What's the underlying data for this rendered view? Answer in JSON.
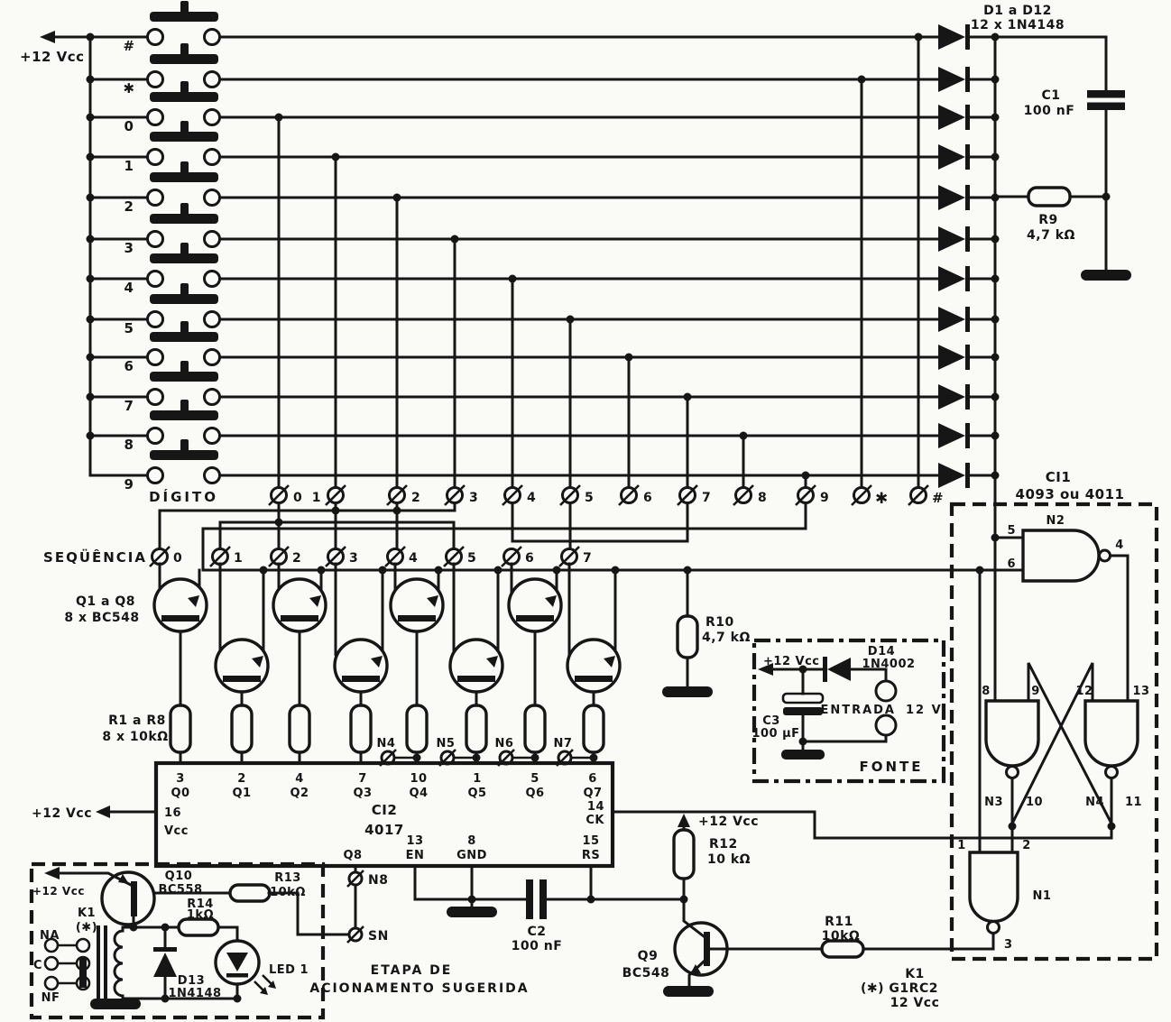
{
  "power": {
    "vcc": "+12 Vcc"
  },
  "keypad": {
    "keys": [
      "#",
      "✱",
      "0",
      "1",
      "2",
      "3",
      "4",
      "5",
      "6",
      "7",
      "8",
      "9"
    ]
  },
  "digito": {
    "label": "DÍGITO",
    "terminals": [
      "0",
      "1",
      "2",
      "3",
      "4",
      "5",
      "6",
      "7",
      "8",
      "9",
      "✱",
      "#"
    ]
  },
  "sequencia": {
    "label": "SEQÜÊNCIA",
    "terminals": [
      "0",
      "1",
      "2",
      "3",
      "4",
      "5",
      "6",
      "7"
    ]
  },
  "transistors": {
    "group1": "Q1 a Q8",
    "group2": "8 x BC548"
  },
  "resistors": {
    "r1r8_1": "R1 a R8",
    "r1r8_2": "8 x 10kΩ",
    "r9": "R9",
    "r9_v": "4,7 kΩ",
    "r10": "R10",
    "r10_v": "4,7 kΩ",
    "r11": "R11",
    "r11_v": "10kΩ",
    "r12": "R12",
    "r12_v": "10 kΩ",
    "r13": "R13",
    "r13_v": "10kΩ",
    "r14": "R14",
    "r14_v": "1kΩ"
  },
  "capacitors": {
    "c1": "C1",
    "c1_v": "100 nF",
    "c2": "C2",
    "c2_v": "100 nF",
    "c3": "C3",
    "c3_v": "100 µF"
  },
  "diodes": {
    "d1d12_1": "D1 a D12",
    "d1d12_2": "12 x 1N4148",
    "d13": "D13",
    "d13_v": "1N4148",
    "d14": "D14",
    "d14_v": "1N4002"
  },
  "nodes": {
    "n4": "N4",
    "n5": "N5",
    "n6": "N6",
    "n7": "N7",
    "n8": "N8",
    "sn": "SN"
  },
  "ci2": {
    "name": "CI2",
    "part": "4017",
    "pins_top": [
      {
        "n": "3",
        "q": "Q0"
      },
      {
        "n": "2",
        "q": "Q1"
      },
      {
        "n": "4",
        "q": "Q2"
      },
      {
        "n": "7",
        "q": "Q3"
      },
      {
        "n": "10",
        "q": "Q4"
      },
      {
        "n": "1",
        "q": "Q5"
      },
      {
        "n": "5",
        "q": "Q6"
      },
      {
        "n": "6",
        "q": "Q7"
      }
    ],
    "pin16": "16",
    "vcc": "Vcc",
    "pin14": "14",
    "ck": "CK",
    "q8": "Q8",
    "pin13": "13",
    "en": "EN",
    "pin8": "8",
    "gnd": "GND",
    "pin15": "15",
    "rs": "RS"
  },
  "ci1": {
    "name": "CI1",
    "part": "4093 ou 4011",
    "gates": {
      "n1": "N1",
      "n2": "N2",
      "n3": "N3",
      "n4": "N4"
    },
    "pins": {
      "p1": "1",
      "p2": "2",
      "p3": "3",
      "p4": "4",
      "p5": "5",
      "p6": "6",
      "p8": "8",
      "p9": "9",
      "p10": "10",
      "p11": "11",
      "p12": "12",
      "p13": "13"
    }
  },
  "fonte": {
    "title": "FONTE",
    "entrada": "ENTRADA",
    "volts": "12 V"
  },
  "relay": {
    "q10": "Q10",
    "q10_part": "BC558",
    "k1": "K1",
    "star": "(✱)",
    "na": "NA",
    "c": "C",
    "nf": "NF",
    "led": "LED 1"
  },
  "etapa": {
    "line1": "ETAPA  DE",
    "line2": "ACIONAMENTO  SUGERIDA"
  },
  "driver": {
    "q9": "Q9",
    "q9_part": "BC548",
    "k1": "K1",
    "k1_part": "(✱) G1RC2",
    "k1_v": "12 Vcc"
  }
}
